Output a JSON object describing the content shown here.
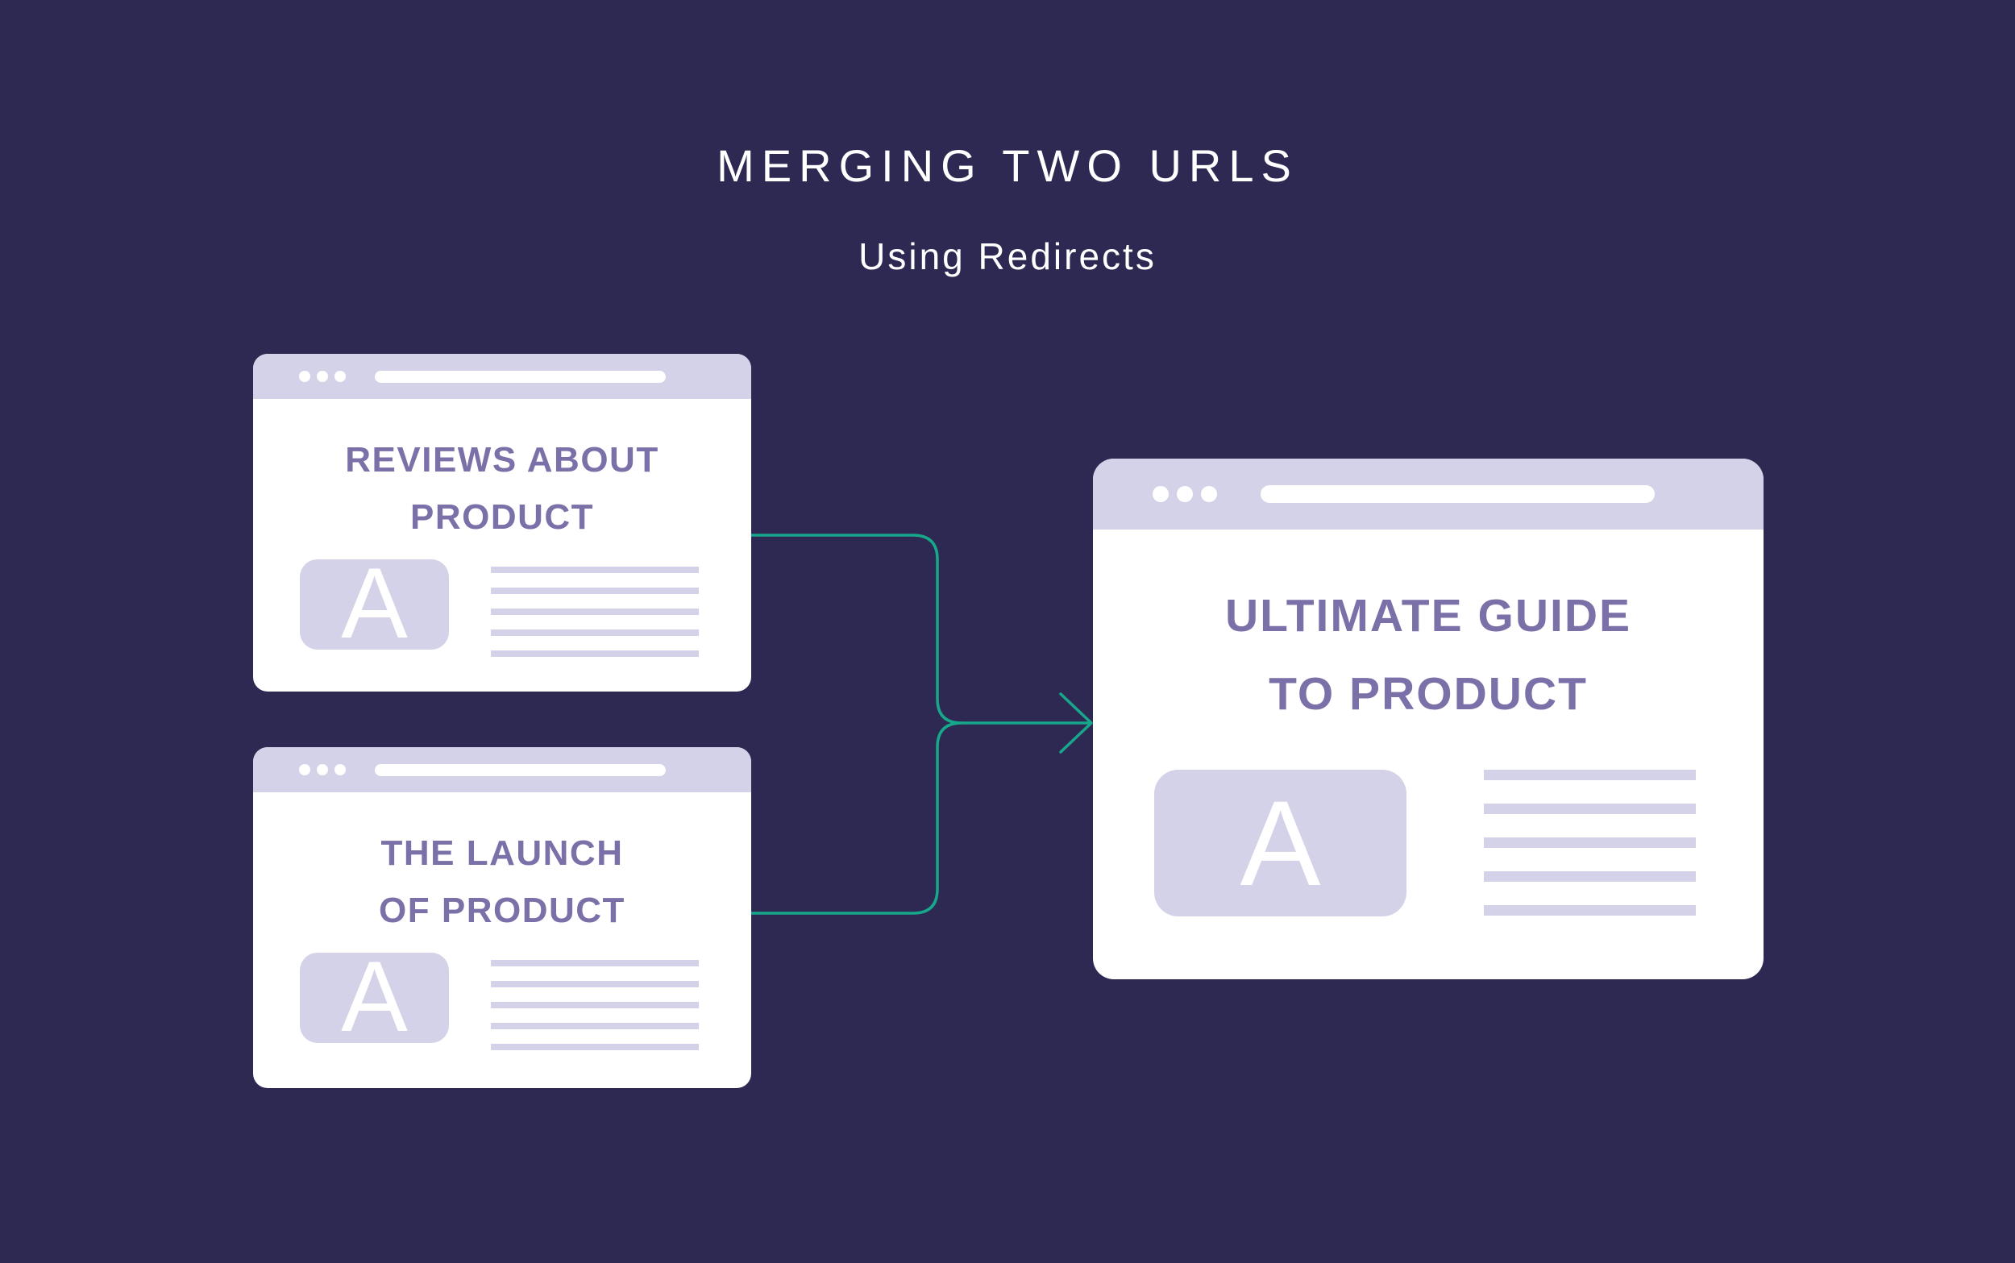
{
  "header": {
    "title": "MERGING TWO URLS",
    "subtitle": "Using Redirects"
  },
  "diagram": {
    "source_windows": [
      {
        "id": "source-top",
        "heading_line1": "REVIEWS ABOUT",
        "heading_line2": "PRODUCT",
        "thumbnail_letter": "A"
      },
      {
        "id": "source-bottom",
        "heading_line1": "THE LAUNCH",
        "heading_line2": "OF PRODUCT",
        "thumbnail_letter": "A"
      }
    ],
    "result_window": {
      "id": "result",
      "heading_line1": "ULTIMATE GUIDE",
      "heading_line2": "TO PRODUCT",
      "thumbnail_letter": "A"
    },
    "connector": {
      "type": "merge-arrow",
      "direction": "right"
    },
    "icons": {
      "window_controls": "three-dots",
      "address_bar": "url-pill",
      "thumbnail": "image-placeholder-letter",
      "arrowhead": "right-arrow"
    }
  },
  "colors": {
    "background": "#2e2952",
    "chrome_lavender": "#d3d2e8",
    "heading_purple": "#7c70a9",
    "arrow_teal": "#17a88b",
    "title_white": "#ffffff",
    "window_white": "#ffffff"
  }
}
